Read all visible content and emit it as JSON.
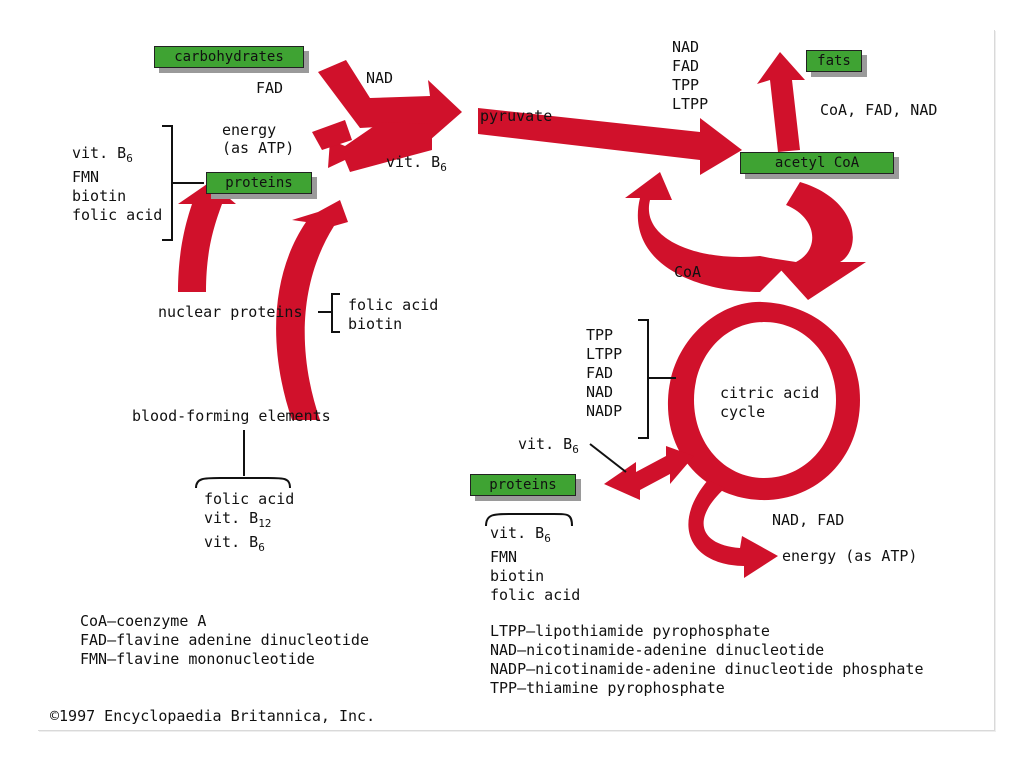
{
  "boxes": {
    "carbohydrates": "carbohydrates",
    "proteins_left": "proteins",
    "fats": "fats",
    "acetyl_coa": "acetyl CoA",
    "proteins_right": "proteins"
  },
  "labels": {
    "fad_top": "FAD",
    "nad_top": "NAD",
    "energy_as": "energy",
    "energy_atp": "(as ATP)",
    "vit_b": "vit. B",
    "sub6": "6",
    "sub12": "12",
    "pyruvate": "pyruvate",
    "nad_fad_tpp_ltpp": [
      "NAD",
      "FAD",
      "TPP",
      "LTPP"
    ],
    "coa_fad_nad": "CoA, FAD, NAD",
    "left_bracket": [
      "FMN",
      "biotin",
      "folic acid"
    ],
    "coa": "CoA",
    "nuclear_proteins": "nuclear proteins",
    "folic_acid": "folic acid",
    "biotin": "biotin",
    "cofactors_cycle": [
      "TPP",
      "LTPP",
      "FAD",
      "NAD",
      "NADP"
    ],
    "citric_acid": "citric acid",
    "cycle": "cycle",
    "blood_forming": "blood-forming elements",
    "folic_acid_bottom": "folic acid",
    "nad_fad": "NAD, FAD",
    "energy_atp_full": "energy (as ATP)",
    "prot_right_list": [
      "FMN",
      "biotin",
      "folic acid"
    ],
    "vit_b_lower": "vit. B",
    "vit_b_right": "vit. B"
  },
  "legend_left": [
    "CoA—coenzyme A",
    "FAD—flavine adenine dinucleotide",
    "FMN—flavine mononucleotide"
  ],
  "legend_right": [
    "LTPP—lipothiamide pyrophosphate",
    "NAD—nicotinamide-adenine dinucleotide",
    "NADP—nicotinamide-adenine dinucleotide phosphate",
    "TPP—thiamine pyrophosphate"
  ],
  "copyright": "©1997 Encyclopaedia Britannica, Inc.",
  "colors": {
    "arrow": "#d0112b",
    "box": "#3fa333",
    "shadow": "#9a9a9a"
  }
}
